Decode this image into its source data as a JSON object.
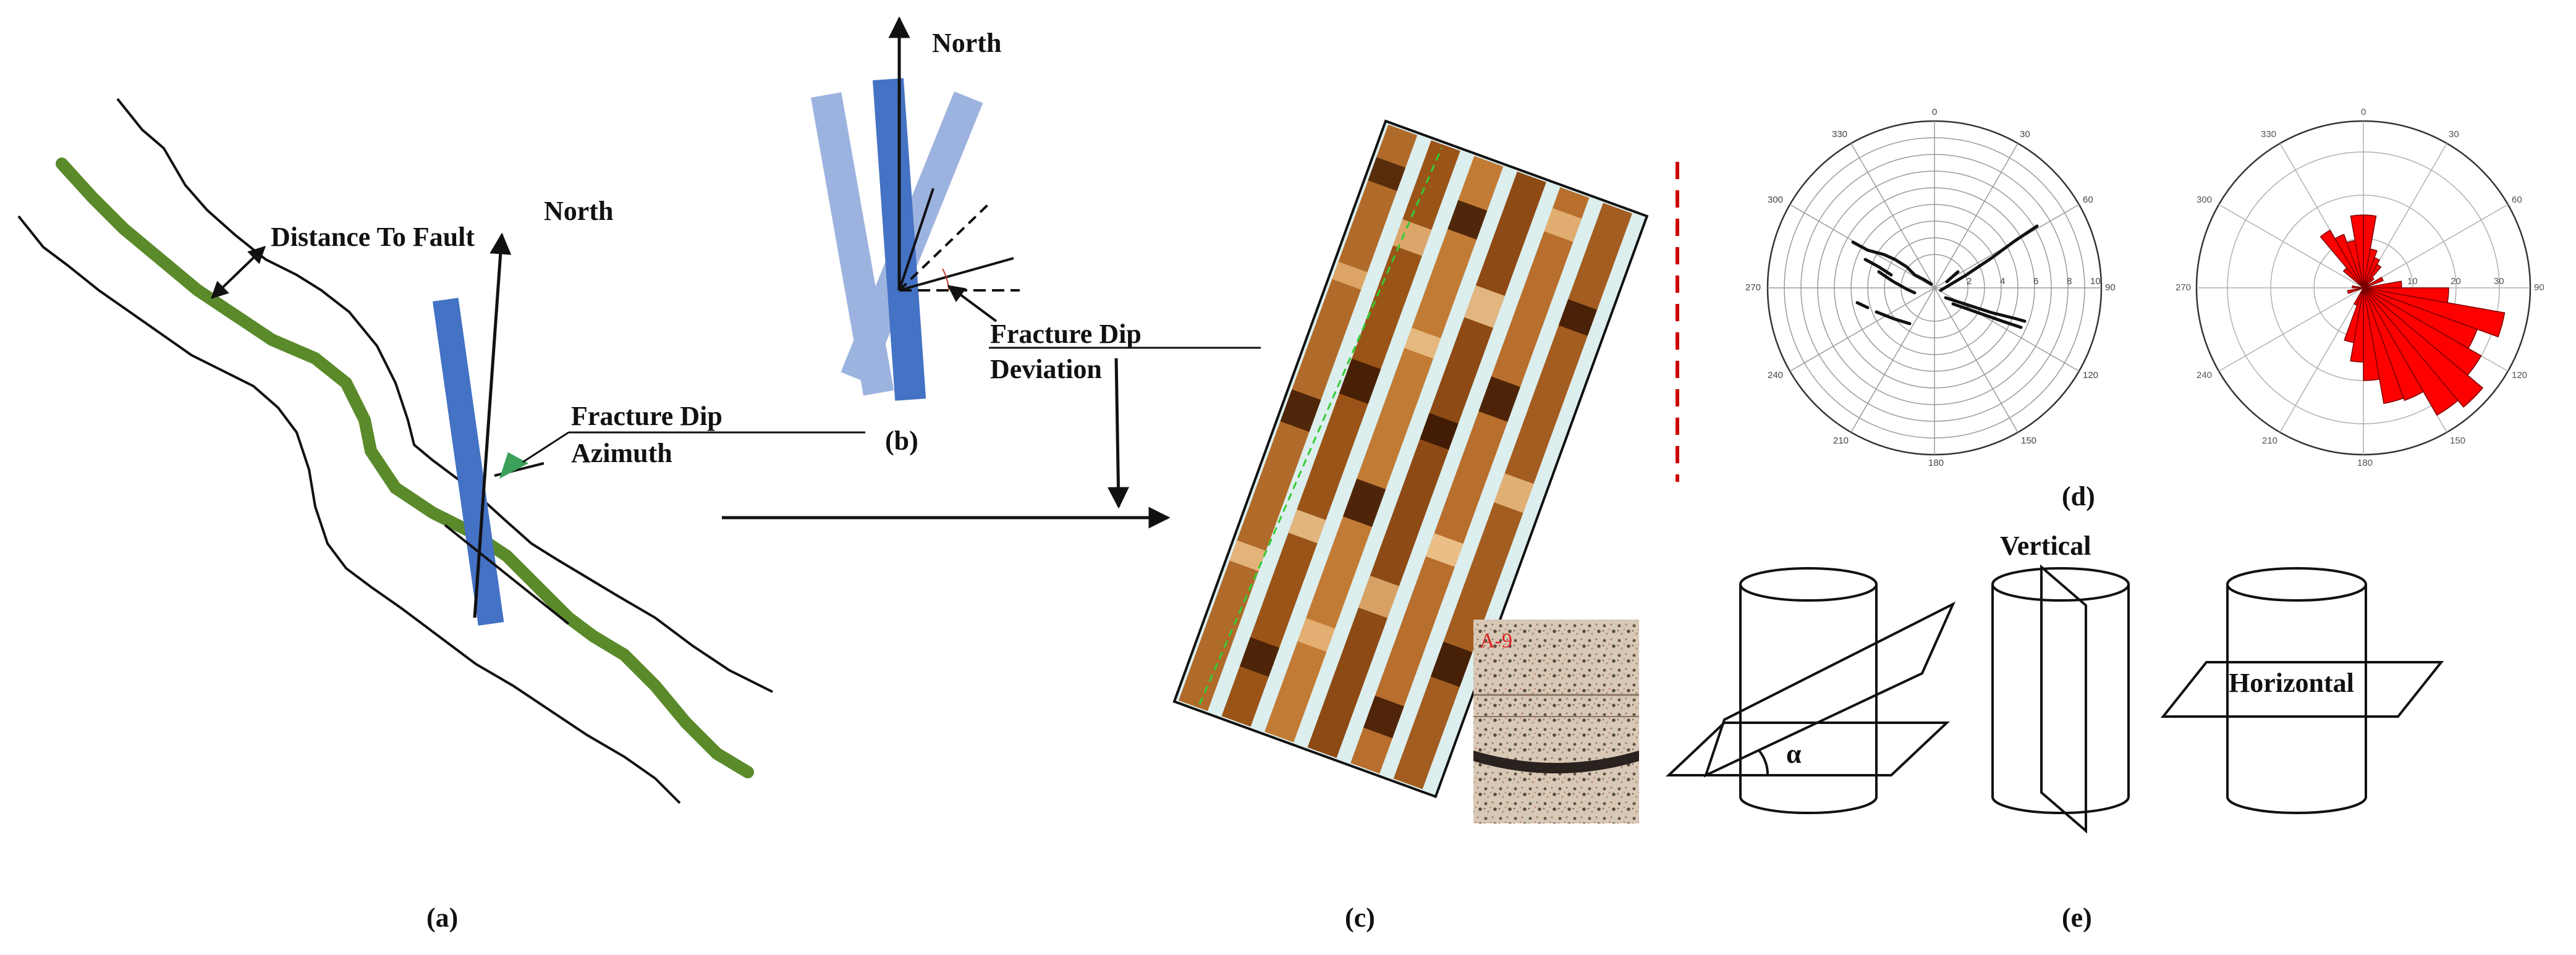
{
  "panels": {
    "a": "(a)",
    "b": "(b)",
    "c": "(c)",
    "d": "(d)",
    "e": "(e)"
  },
  "panel_a": {
    "north": "North",
    "distance_to_fault": "Distance To Fault",
    "dip_azimuth_line1": "Fracture Dip",
    "dip_azimuth_line2": "Azimuth"
  },
  "panel_b": {
    "north": "North",
    "deviation_line1": "Fracture Dip",
    "deviation_line2": "Deviation"
  },
  "panel_c": {
    "core_sample_label": "A-9",
    "colors": {
      "image_dark": "#5a2a08",
      "image_light": "#e0a25a",
      "gap": "#dceeee"
    }
  },
  "panel_d": {
    "polar_angle_labels": [
      "0",
      "30",
      "60",
      "90",
      "120",
      "150",
      "180",
      "210",
      "240",
      "270",
      "300",
      "330"
    ],
    "polar_radial_labels": [
      "2",
      "4",
      "6",
      "8",
      "10"
    ],
    "rose_radial_labels": [
      "10",
      "20",
      "30"
    ],
    "rose_color": "#ff0000"
  },
  "panel_e": {
    "alpha": "α",
    "vertical": "Vertical",
    "horizontal": "Horizontal"
  },
  "colors": {
    "fault_line": "#5a8a2a",
    "wellbore": "#4472c4",
    "wellbore_light": "#9db3df",
    "separator": "#cc0000"
  }
}
